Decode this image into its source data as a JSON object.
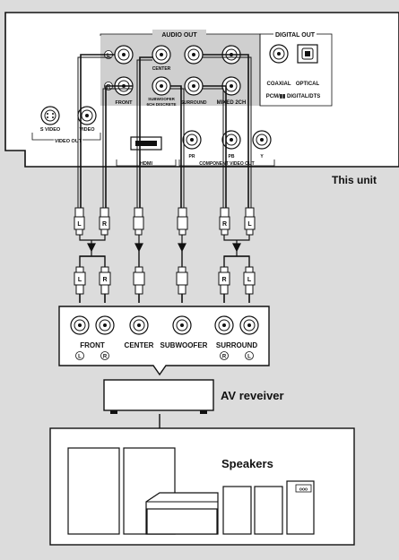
{
  "player": {
    "audio_out": "AUDIO OUT",
    "digital_out": "DIGITAL OUT",
    "front": "FRONT",
    "center": "CENTER",
    "subwoofer": "SUBWOOFER",
    "sixch": "6CH DISCRETE",
    "surround": "SURROUND",
    "mixed": "MIXED 2CH",
    "coaxial": "COAXIAL",
    "optical": "OPTICAL",
    "pcm": "PCM/▮▮ DIGITAL/DTS",
    "s_video": "S VIDEO",
    "video": "VIDEO",
    "video_out": "VIDEO OUT",
    "hdmi": "HDMI",
    "component": "COMPONENT VIDEO OUT",
    "pr": "PR",
    "pb": "PB",
    "y": "Y",
    "jack_l": "L",
    "jack_r": "R"
  },
  "this_unit": "This unit",
  "plug_labels": {
    "l": "L",
    "r": "R"
  },
  "receiver_panel": {
    "front": "FRONT",
    "center": "CENTER",
    "subwoofer": "SUBWOOFER",
    "surround": "SURROUND",
    "l": "L",
    "r": "R"
  },
  "av_receiver": "AV reveiver",
  "speakers": "Speakers",
  "speaker_display": "ooo"
}
